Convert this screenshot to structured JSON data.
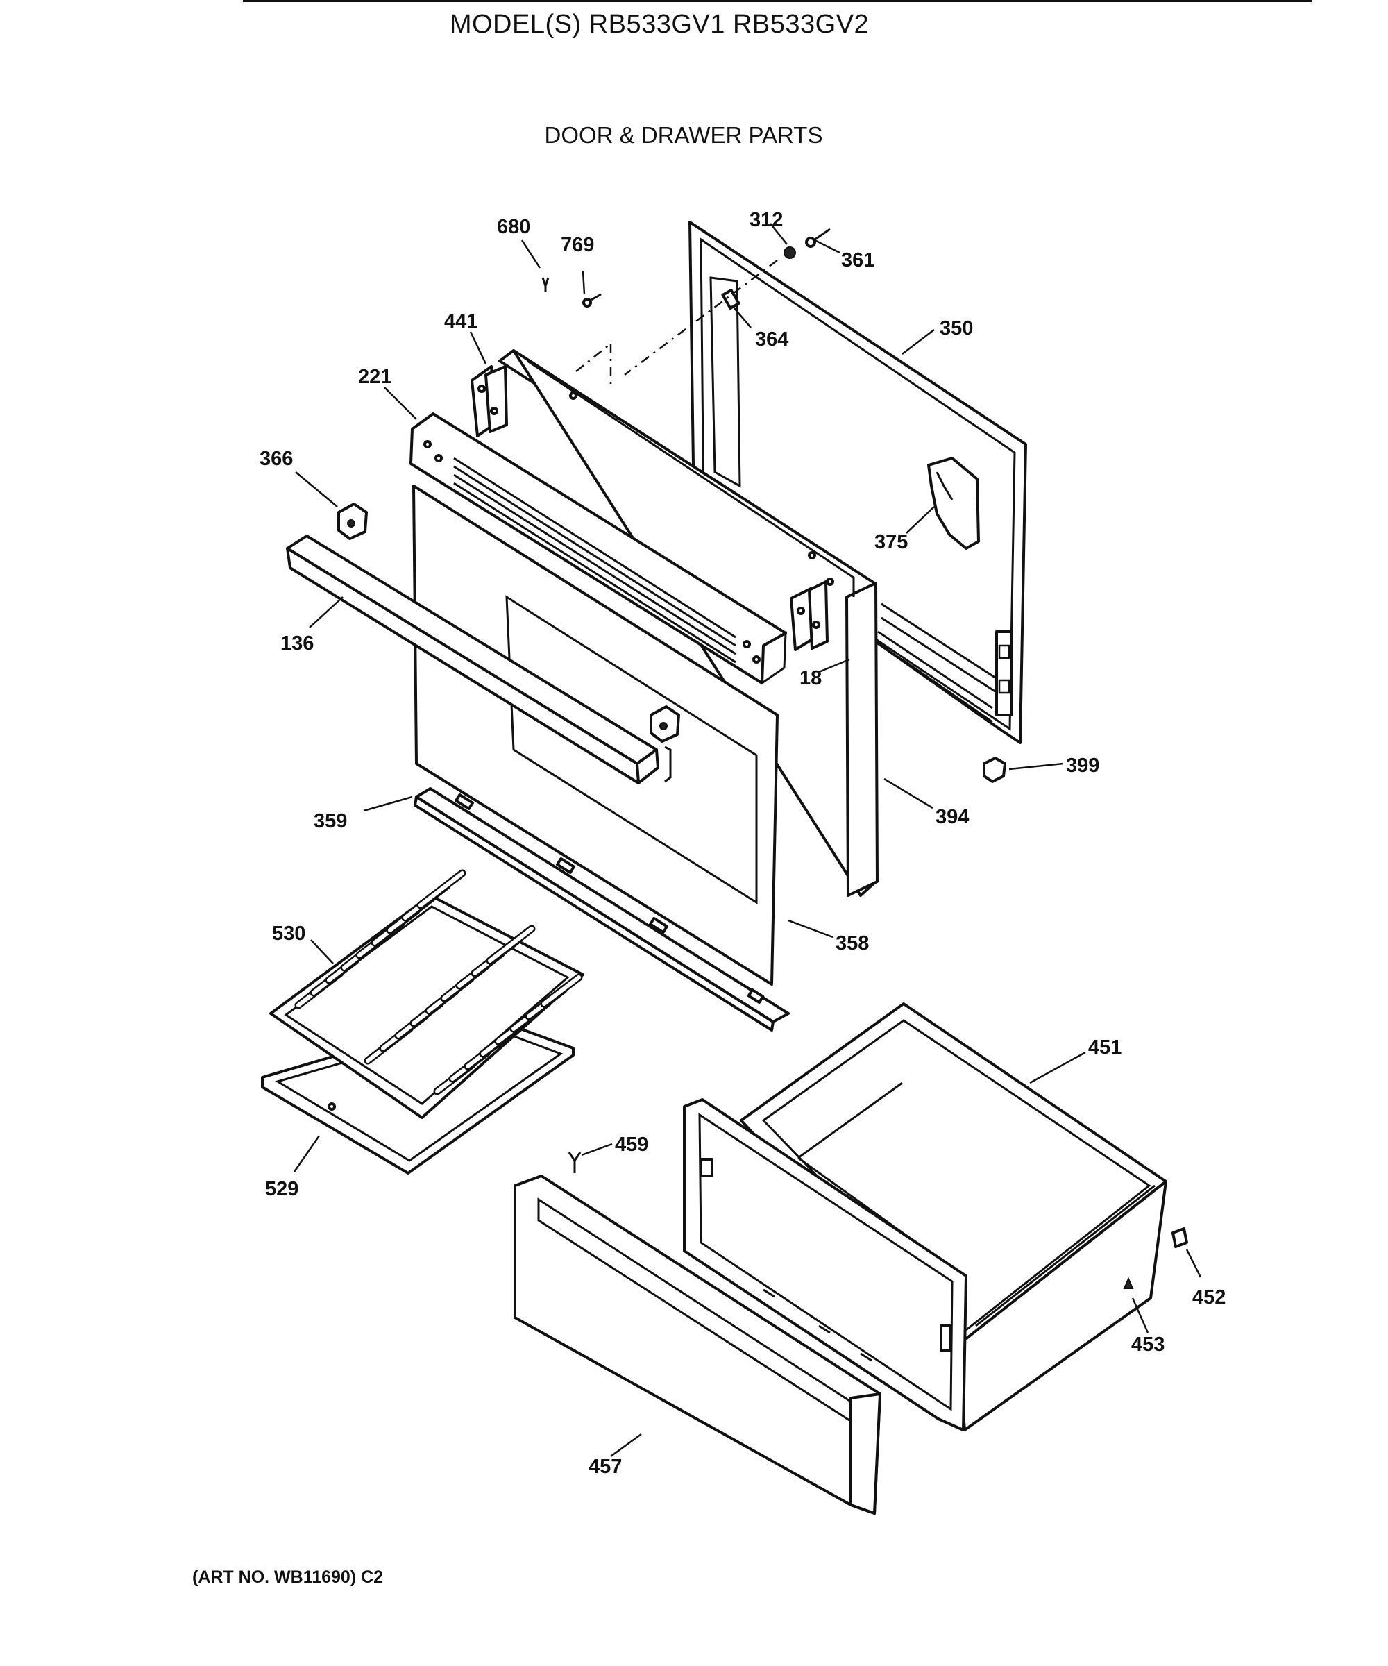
{
  "header": {
    "model_title": "MODEL(S) RB533GV1  RB533GV2",
    "page_title": "DOOR & DRAWER PARTS"
  },
  "footer": {
    "art_number": "(ART NO. WB11690) C2"
  },
  "callouts": {
    "c680": "680",
    "c769": "769",
    "c312": "312",
    "c361": "361",
    "c364": "364",
    "c350": "350",
    "c441": "441",
    "c221": "221",
    "c366": "366",
    "c375": "375",
    "c136": "136",
    "c18": "18",
    "c399": "399",
    "c359": "359",
    "c394": "394",
    "c358": "358",
    "c530": "530",
    "c451": "451",
    "c459": "459",
    "c529": "529",
    "c452": "452",
    "c453": "453",
    "c457": "457"
  }
}
